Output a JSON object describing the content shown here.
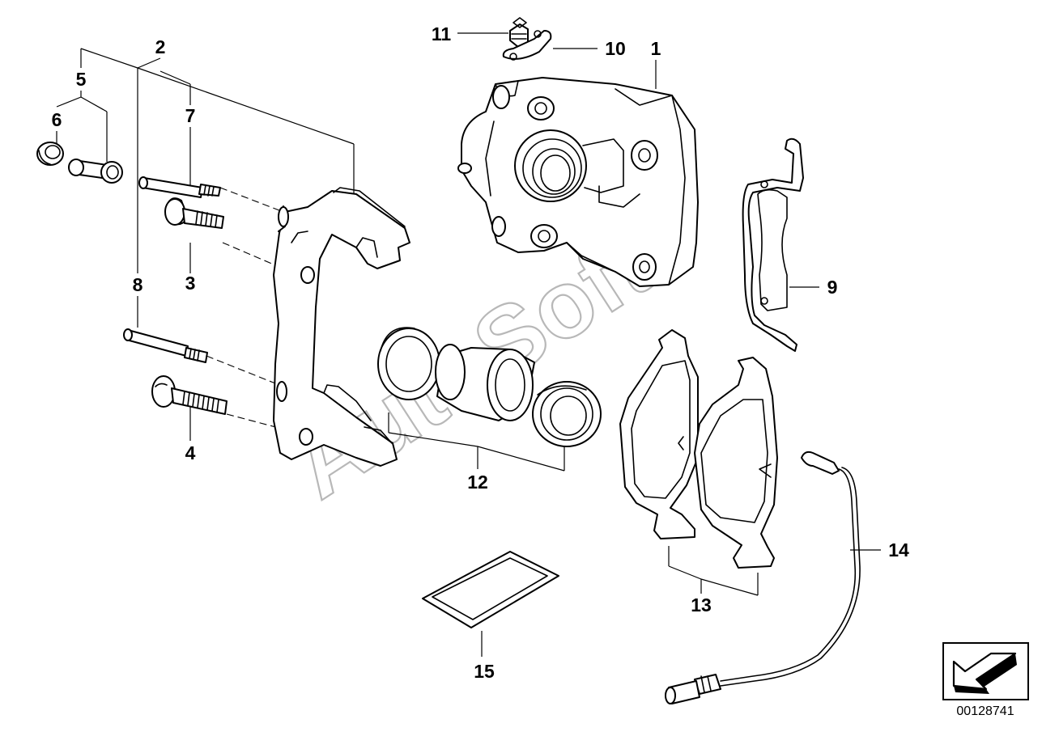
{
  "callouts": [
    {
      "id": "1",
      "label": "1"
    },
    {
      "id": "2",
      "label": "2"
    },
    {
      "id": "3",
      "label": "3"
    },
    {
      "id": "4",
      "label": "4"
    },
    {
      "id": "5",
      "label": "5"
    },
    {
      "id": "6",
      "label": "6"
    },
    {
      "id": "7",
      "label": "7"
    },
    {
      "id": "8",
      "label": "8"
    },
    {
      "id": "9",
      "label": "9"
    },
    {
      "id": "10",
      "label": "10"
    },
    {
      "id": "11",
      "label": "11"
    },
    {
      "id": "12",
      "label": "12"
    },
    {
      "id": "13",
      "label": "13"
    },
    {
      "id": "14",
      "label": "14"
    },
    {
      "id": "15",
      "label": "15"
    }
  ],
  "watermark": "AutoSoft",
  "document_number": "00128741",
  "colors": {
    "line": "#000000",
    "background": "#ffffff",
    "watermark": "#b8b8b8"
  },
  "icons": {
    "orientation": "arrow-icon"
  }
}
